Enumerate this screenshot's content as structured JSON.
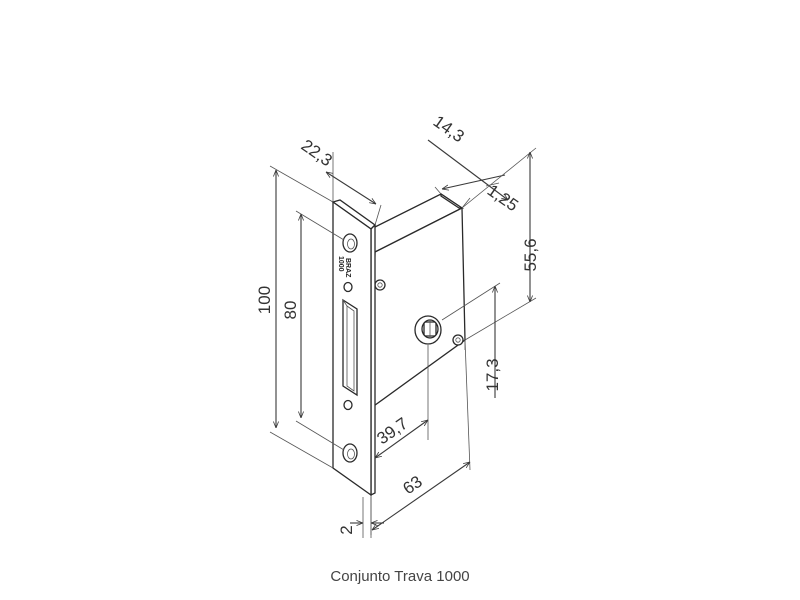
{
  "caption": "Conjunto Trava 1000",
  "dimensions": {
    "d100": "100",
    "d80": "80",
    "d22_3": "22,3",
    "d14_3": "14,3",
    "d1_25": "1,25",
    "d55_6": "55,6",
    "d17_3": "17,3",
    "d39_7": "39,7",
    "d63": "63",
    "d2": "2"
  },
  "plate_mark": {
    "line1": "1000",
    "line2": "BRAZ"
  }
}
